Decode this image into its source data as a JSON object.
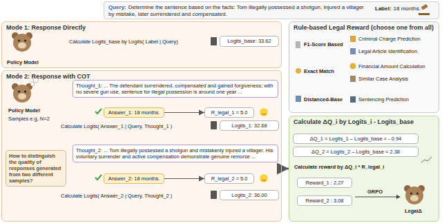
{
  "diagram": {
    "nodes": [
      {
        "text": [
          "Query:",
          "Determine the sentence based on the facts: Tom illegally possessed a shotgun, injured a villager by mistake, later surrendered and compensated."
        ]
      },
      {
        "text": [
          "Label:",
          "18 months."
        ],
        "in": 0
      },
      {
        "text": [
          "Mode 1: Response Directly"
        ]
      },
      {
        "text": [
          "Logits_base: 33.62"
        ],
        "in": 2
      },
      {
        "text": [
          "Mode 2: Response with COT"
        ]
      },
      {
        "text": [
          "Thought_1: ... The defendant surrendered, compensated and gained forgiveness; with no severe gun use, sentence for illegal possession is around one year ..."
        ],
        "in": 4
      },
      {
        "text": [
          "Answer_1: 18 months."
        ],
        "in": 4
      },
      {
        "text": [
          "R_legal_1 = 5.0"
        ],
        "in": 4
      },
      {
        "text": [
          "Logits_1: 32.68"
        ],
        "in": 4
      },
      {
        "text": [
          "How to distinguish the quality of responses generated from two different samples?"
        ],
        "in": 4
      },
      {
        "text": [
          "Thought_2: ... Tom illegally possessed a shotgun and mistakenly injured a villager. His voluntary surrender and active compensation demonstrate genuine remorse ..."
        ],
        "in": 4
      },
      {
        "text": [
          "Answer_2: 18 months."
        ],
        "in": 4
      },
      {
        "text": [
          "R_legal_2 = 5.0"
        ],
        "in": 4
      },
      {
        "text": [
          "Logits_2: 36.00"
        ],
        "in": 4
      },
      {
        "text": [
          "Rule-based Legal Reward (choose one from all)"
        ]
      },
      {
        "text": [
          "Calculate ΔQ_i by Logits_i - Logits_base"
        ]
      },
      {
        "text": [
          "ΔQ_1 = Logits_1 – Logits_base = - 0.94"
        ],
        "in": 15
      },
      {
        "text": [
          "ΔQ_2 = Logits_2 – Logits_base = 2.38"
        ],
        "in": 15
      },
      {
        "text": [
          "Reward_1 : 2.27"
        ],
        "in": 15
      },
      {
        "text": [
          "Reward_2 : 3.08"
        ],
        "in": 15
      }
    ],
    "edges": [
      {
        "from": 6,
        "to": 7,
        "arrow": "to"
      },
      {
        "from": 11,
        "to": 12,
        "arrow": "to"
      },
      {
        "from": 4,
        "to": 15,
        "arrow": "to"
      }
    ],
    "labels": [
      "Policy Model",
      "Calculate Logits_base by Logits( Label | Query)",
      "Policy Model",
      "Samples e.g, N=2",
      "Calculate Logits( Answer_1 | Query, Thought_1 )",
      "Calculate Logits( Answer_2 | Query, Thought_2 )",
      "F1-Score Based",
      "Criminal Charge Prediction",
      "Legal Article Identification",
      "Exact Match",
      "Financial Amount Calculation",
      "Similar Case Analysis",
      "Distanced-Base",
      "Sentencing Prediction",
      "Calculate reward by ΔQ_i * R_legal_i",
      "GRPO",
      "LegalΔ"
    ]
  }
}
